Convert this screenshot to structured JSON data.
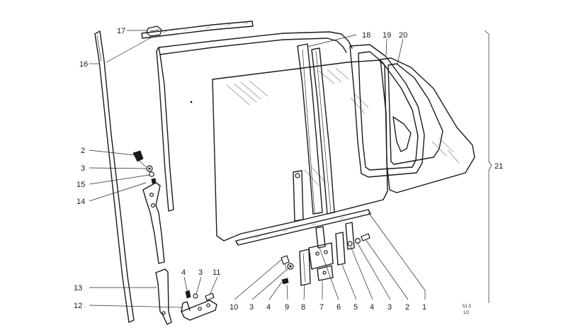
{
  "callouts": {
    "c16": "16",
    "c17": "17",
    "c18": "18",
    "c19": "19",
    "c20": "20",
    "c21": "21",
    "c2_left": "2",
    "c3_left": "3",
    "c15": "15",
    "c14": "14",
    "c13": "13",
    "c12": "12",
    "c4_mid": "4",
    "c3_mid": "3",
    "c11": "11",
    "b10": "10",
    "b3a": "3",
    "b4a": "4",
    "b9": "9",
    "b8": "8",
    "b7": "7",
    "b6": "6",
    "b5": "5",
    "b4b": "4",
    "b3b": "3",
    "b2": "2",
    "b1": "1"
  },
  "drawing_code": {
    "line1": "51.3",
    "line2": "1/2"
  }
}
